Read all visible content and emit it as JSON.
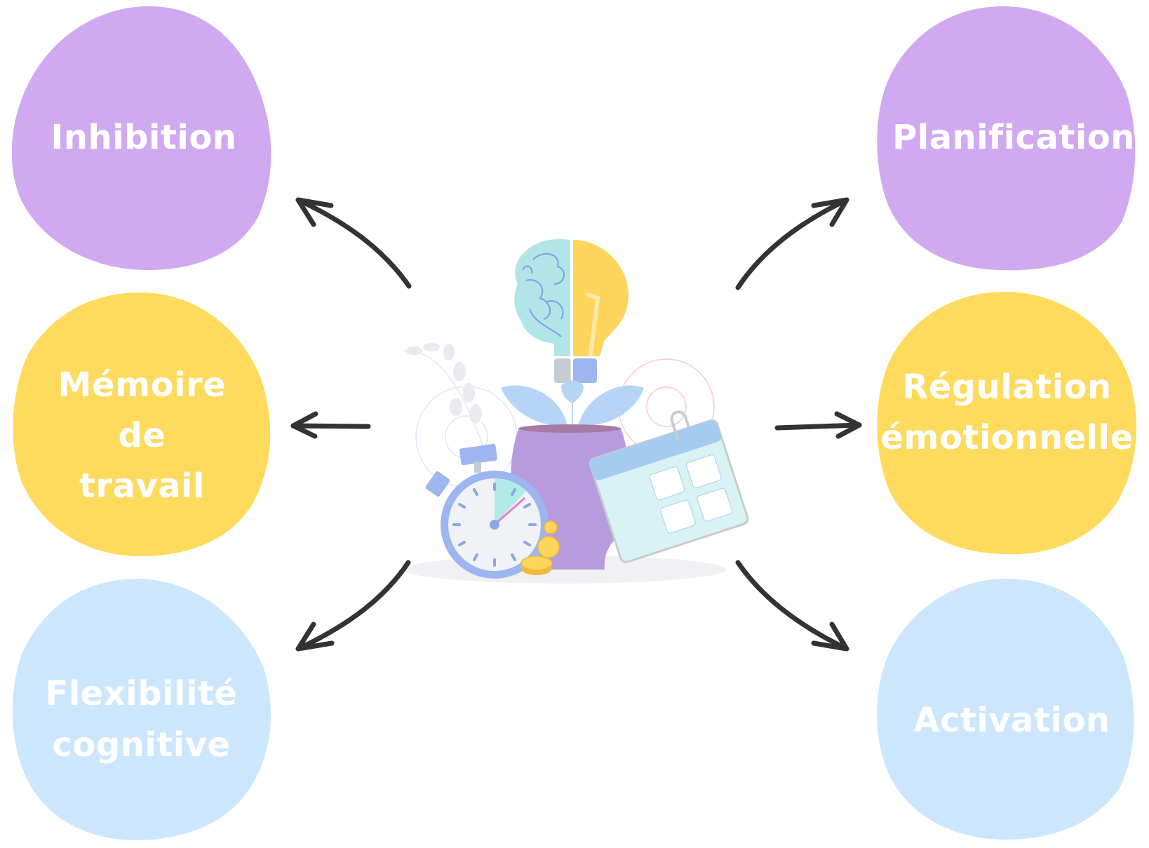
{
  "colors": {
    "purple": "#D0A9F0",
    "yellow": "#FEDA5D",
    "blue": "#CCE6FD",
    "arrow": "#333333",
    "label_text": "#FFFFFF"
  },
  "center": {
    "illustration": "head-with-brain-lightbulb-plant-clock-calendar",
    "elements": [
      "brain-half",
      "lightbulb-half",
      "leaves",
      "head-silhouette",
      "stopwatch",
      "coins",
      "calendar",
      "gears",
      "fern"
    ]
  },
  "nodes": [
    {
      "id": "inhibition",
      "side": "left",
      "row": "top",
      "color": "purple",
      "lines": [
        "Inhibition"
      ]
    },
    {
      "id": "memoire",
      "side": "left",
      "row": "middle",
      "color": "yellow",
      "lines": [
        "Mémoire",
        "de",
        "travail"
      ]
    },
    {
      "id": "flexibilite",
      "side": "left",
      "row": "bottom",
      "color": "blue",
      "lines": [
        "Flexibilité",
        "cognitive"
      ]
    },
    {
      "id": "planification",
      "side": "right",
      "row": "top",
      "color": "purple",
      "lines": [
        "Planification"
      ]
    },
    {
      "id": "regulation",
      "side": "right",
      "row": "middle",
      "color": "yellow",
      "lines": [
        "Régulation",
        "émotionnelle"
      ]
    },
    {
      "id": "activation",
      "side": "right",
      "row": "bottom",
      "color": "blue",
      "lines": [
        "Activation"
      ]
    }
  ],
  "edges": [
    {
      "from": "center",
      "to": "inhibition"
    },
    {
      "from": "center",
      "to": "memoire"
    },
    {
      "from": "center",
      "to": "flexibilite"
    },
    {
      "from": "center",
      "to": "planification"
    },
    {
      "from": "center",
      "to": "regulation"
    },
    {
      "from": "center",
      "to": "activation"
    }
  ]
}
